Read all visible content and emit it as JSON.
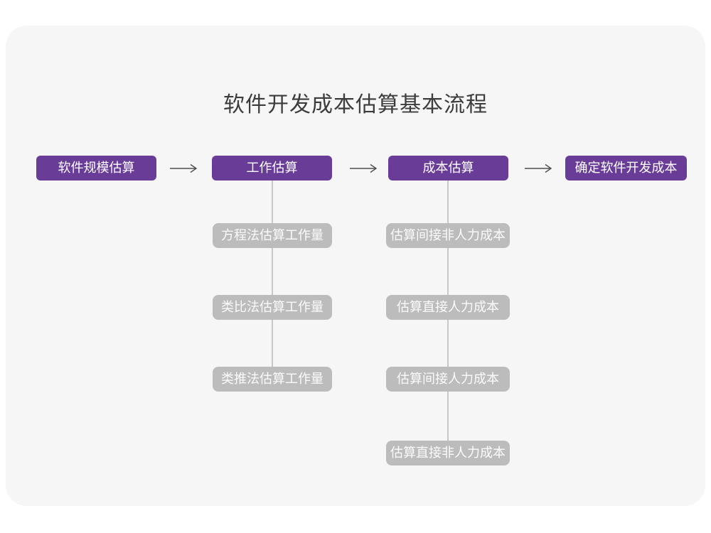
{
  "title": "软件开发成本估算基本流程",
  "colors": {
    "accent_purple": "#693d97",
    "sub_node_gray": "#bcbcbc",
    "card_background": "#f6f6f6",
    "connector_gray": "#c8c8c8",
    "arrow_gray": "#4d4d4d",
    "title_text": "#3c3c3c"
  },
  "flow": {
    "main_steps": [
      {
        "label": "软件规模估算"
      },
      {
        "label": "工作估算"
      },
      {
        "label": "成本估算"
      },
      {
        "label": "确定软件开发成本"
      }
    ],
    "work_estimation_methods": [
      "方程法估算工作量",
      "类比法估算工作量",
      "类推法估算工作量"
    ],
    "cost_estimation_steps": [
      "估算间接非人力成本",
      "估算直接人力成本",
      "估算间接人力成本",
      "估算直接非人力成本"
    ]
  }
}
